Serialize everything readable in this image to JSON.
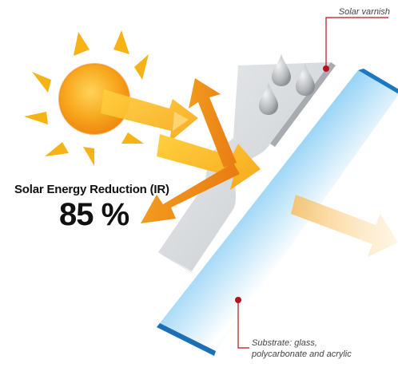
{
  "labels": {
    "varnish": "Solar varnish",
    "substrate_line1": "Substrate: glass,",
    "substrate_line2": "polycarbonate and acrylic",
    "heading": "Solar Energy Reduction (IR)",
    "value": "85 %"
  },
  "icons": [
    "sun-icon",
    "water-drop-icon",
    "arrow-icon",
    "pointer-dot-icon"
  ],
  "colors": {
    "sun": "#f39c12",
    "sun_rays": "#f5b316",
    "arrow_orange": "#ee8a1c",
    "arrow_yellow": "#f8c22a",
    "glass_blue": "#2f9be0",
    "varnish_grey": "#c9cdd0",
    "leader_red": "#b8121f"
  }
}
